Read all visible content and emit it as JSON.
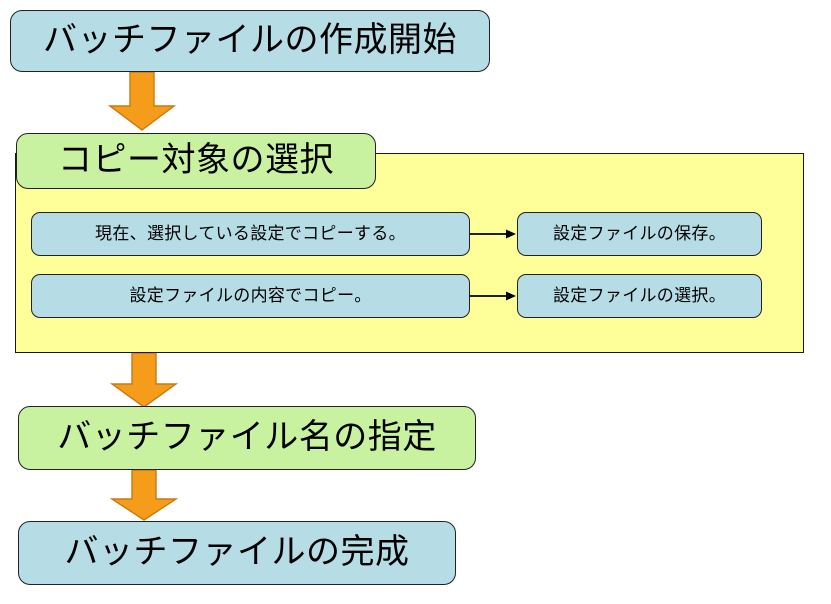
{
  "diagram": {
    "title": "バッチファイルの作成開始",
    "colors": {
      "node_blue": "#b6dce5",
      "node_green": "#c9f2a0",
      "group_panel": "#ffff99",
      "block_arrow_fill": "#f59c1a",
      "block_arrow_stroke": "#c97a10",
      "outline": "#222222"
    },
    "stages": [
      {
        "id": "start",
        "label": "バッチファイルの作成開始",
        "style": "blue"
      },
      {
        "id": "select-copy",
        "label": "コピー対象の選択",
        "style": "green"
      },
      {
        "id": "name-file",
        "label": "バッチファイル名の指定",
        "style": "green"
      },
      {
        "id": "complete",
        "label": "バッチファイルの完成",
        "style": "blue"
      }
    ],
    "group": {
      "rows": [
        {
          "source": "現在、選択している設定でコピーする。",
          "target": "設定ファイルの保存。"
        },
        {
          "source": "設定ファイルの内容でコピー。",
          "target": "設定ファイルの選択。"
        }
      ]
    },
    "arrows": [
      {
        "id": "start-to-select",
        "direction": "down",
        "kind": "block"
      },
      {
        "id": "group-to-name",
        "direction": "down",
        "kind": "block"
      },
      {
        "id": "name-to-complete",
        "direction": "down",
        "kind": "block"
      },
      {
        "id": "row1-source-to-target",
        "direction": "right",
        "kind": "line"
      },
      {
        "id": "row2-source-to-target",
        "direction": "right",
        "kind": "line"
      }
    ]
  }
}
